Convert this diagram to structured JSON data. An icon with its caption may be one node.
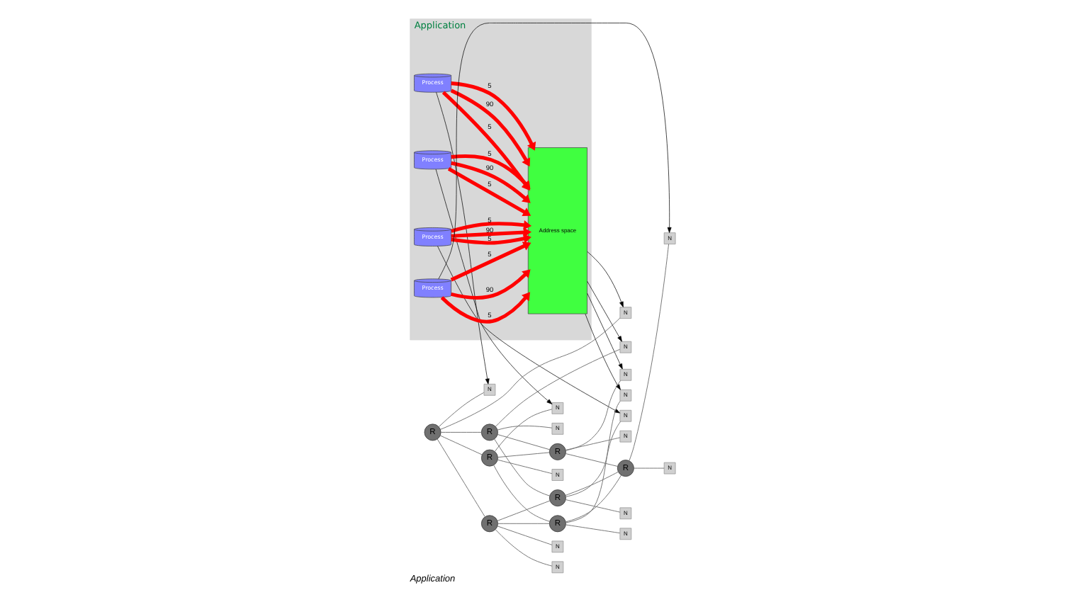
{
  "diagram": {
    "caption": "Application",
    "nodes": [
      {
        "text": [
          "Application"
        ]
      },
      {
        "text": [
          "Address space"
        ],
        "in": 0
      },
      {
        "text": [
          "Process"
        ],
        "in": 0
      },
      {
        "text": [
          "Process"
        ],
        "in": 0
      },
      {
        "text": [
          "Process"
        ],
        "in": 0
      },
      {
        "text": [
          "Process"
        ],
        "in": 0
      },
      {
        "text": [
          "R"
        ]
      },
      {
        "text": [
          "R"
        ]
      },
      {
        "text": [
          "R"
        ]
      },
      {
        "text": [
          "R"
        ]
      },
      {
        "text": [
          "R"
        ]
      },
      {
        "text": [
          "R"
        ]
      },
      {
        "text": [
          "R"
        ]
      },
      {
        "text": [
          "R"
        ]
      },
      {
        "text": [
          "N"
        ]
      },
      {
        "text": [
          "N"
        ]
      },
      {
        "text": [
          "N"
        ]
      },
      {
        "text": [
          "N"
        ]
      },
      {
        "text": [
          "N"
        ]
      },
      {
        "text": [
          "N"
        ]
      },
      {
        "text": [
          "N"
        ]
      },
      {
        "text": [
          "N"
        ]
      },
      {
        "text": [
          "N"
        ]
      },
      {
        "text": [
          "N"
        ]
      },
      {
        "text": [
          "N"
        ]
      },
      {
        "text": [
          "N"
        ]
      },
      {
        "text": [
          "N"
        ]
      },
      {
        "text": [
          "N"
        ]
      },
      {
        "text": [
          "N"
        ]
      },
      {
        "text": [
          "N"
        ]
      }
    ],
    "edges": [
      {
        "from": 2,
        "to": 1,
        "arrow": "to",
        "label": "5",
        "style": "thick",
        "color": "#ff0000"
      },
      {
        "from": 2,
        "to": 1,
        "arrow": "to",
        "label": "90",
        "style": "thick",
        "color": "#ff0000"
      },
      {
        "from": 2,
        "to": 1,
        "arrow": "to",
        "label": "5",
        "style": "thick",
        "color": "#ff0000"
      },
      {
        "from": 3,
        "to": 1,
        "arrow": "to",
        "label": "5",
        "style": "thick",
        "color": "#ff0000"
      },
      {
        "from": 3,
        "to": 1,
        "arrow": "to",
        "label": "90",
        "style": "thick",
        "color": "#ff0000"
      },
      {
        "from": 3,
        "to": 1,
        "arrow": "to",
        "label": "5",
        "style": "thick",
        "color": "#ff0000"
      },
      {
        "from": 4,
        "to": 1,
        "arrow": "to",
        "label": "5",
        "style": "thick",
        "color": "#ff0000"
      },
      {
        "from": 4,
        "to": 1,
        "arrow": "to",
        "label": "90",
        "style": "thick",
        "color": "#ff0000"
      },
      {
        "from": 4,
        "to": 1,
        "arrow": "to",
        "label": "5",
        "style": "thick",
        "color": "#ff0000"
      },
      {
        "from": 5,
        "to": 1,
        "arrow": "to",
        "label": "5",
        "style": "thick",
        "color": "#ff0000"
      },
      {
        "from": 5,
        "to": 1,
        "arrow": "to",
        "label": "90",
        "style": "thick",
        "color": "#ff0000"
      },
      {
        "from": 5,
        "to": 1,
        "arrow": "to",
        "label": "5",
        "style": "thick",
        "color": "#ff0000"
      },
      {
        "from": 6,
        "to": 7,
        "arrow": "none"
      },
      {
        "from": 8,
        "to": 9,
        "arrow": "none"
      },
      {
        "from": 6,
        "to": 8,
        "arrow": "none"
      },
      {
        "from": 7,
        "to": 9,
        "arrow": "none"
      },
      {
        "from": 10,
        "to": 11,
        "arrow": "none"
      },
      {
        "from": 12,
        "to": 13,
        "arrow": "none"
      },
      {
        "from": 10,
        "to": 12,
        "arrow": "none"
      },
      {
        "from": 11,
        "to": 13,
        "arrow": "none"
      },
      {
        "from": 6,
        "to": 10,
        "arrow": "none"
      },
      {
        "from": 7,
        "to": 11,
        "arrow": "none"
      },
      {
        "from": 8,
        "to": 12,
        "arrow": "none"
      },
      {
        "from": 9,
        "to": 13,
        "arrow": "none"
      },
      {
        "from": 6,
        "to": 14,
        "arrow": "none"
      },
      {
        "from": 7,
        "to": 15,
        "arrow": "none"
      },
      {
        "from": 6,
        "to": 16,
        "arrow": "none"
      },
      {
        "from": 7,
        "to": 17,
        "arrow": "none"
      },
      {
        "from": 8,
        "to": 18,
        "arrow": "none"
      },
      {
        "from": 9,
        "to": 19,
        "arrow": "none"
      },
      {
        "from": 8,
        "to": 20,
        "arrow": "none"
      },
      {
        "from": 9,
        "to": 21,
        "arrow": "none"
      },
      {
        "from": 10,
        "to": 22,
        "arrow": "none"
      },
      {
        "from": 11,
        "to": 23,
        "arrow": "none"
      },
      {
        "from": 10,
        "to": 24,
        "arrow": "none"
      },
      {
        "from": 11,
        "to": 25,
        "arrow": "none"
      },
      {
        "from": 12,
        "to": 26,
        "arrow": "none"
      },
      {
        "from": 13,
        "to": 27,
        "arrow": "none"
      },
      {
        "from": 12,
        "to": 28,
        "arrow": "none"
      },
      {
        "from": 13,
        "to": 29,
        "arrow": "none"
      },
      {
        "from": 1,
        "to": 15,
        "arrow": "to",
        "color": "#000000"
      },
      {
        "from": 2,
        "to": 14,
        "arrow": "to",
        "color": "#000000"
      },
      {
        "from": 1,
        "to": 16,
        "arrow": "to",
        "color": "#000000"
      },
      {
        "from": 3,
        "to": 24,
        "arrow": "to",
        "color": "#000000"
      },
      {
        "from": 1,
        "to": 26,
        "arrow": "to",
        "color": "#000000"
      },
      {
        "from": 4,
        "to": 19,
        "arrow": "to",
        "color": "#000000"
      },
      {
        "from": 1,
        "to": 23,
        "arrow": "to",
        "color": "#000000"
      },
      {
        "from": 5,
        "to": 29,
        "arrow": "to",
        "color": "#000000"
      }
    ]
  }
}
